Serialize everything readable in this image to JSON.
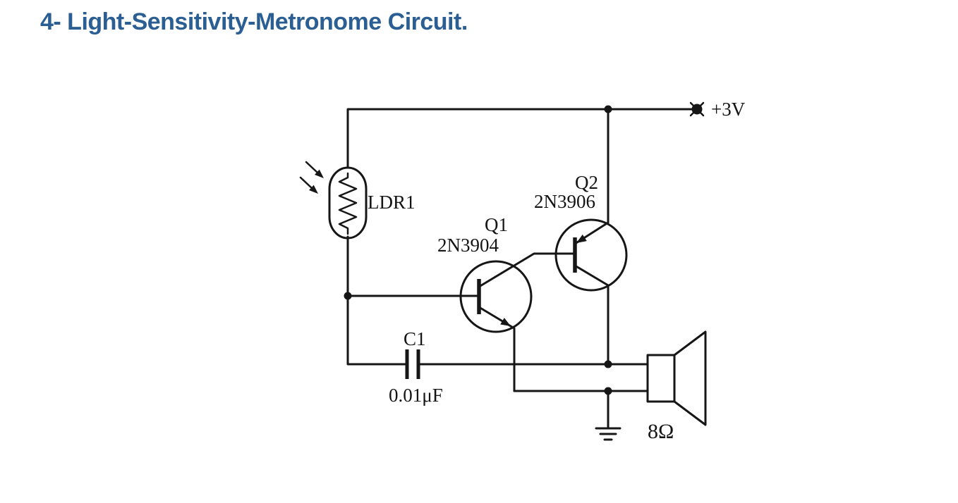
{
  "page": {
    "background": "#ffffff",
    "title": "4- Light-Sensitivity-Metronome Circuit.",
    "title_color": "#2b5f93"
  },
  "circuit": {
    "stroke_color": "#161616",
    "labels": {
      "supply": "+3V",
      "ldr_ref": "LDR1",
      "q1_ref": "Q1",
      "q1_part": "2N3904",
      "q2_ref": "Q2",
      "q2_part": "2N3906",
      "c1_ref": "C1",
      "c1_value": "0.01μF",
      "speaker_impedance": "8Ω"
    },
    "components": [
      {
        "ref": "LDR1",
        "symbol": "photoresistor-with-light-arrows"
      },
      {
        "ref": "Q1",
        "symbol": "npn-transistor",
        "part": "2N3904"
      },
      {
        "ref": "Q2",
        "symbol": "pnp-transistor",
        "part": "2N3906"
      },
      {
        "ref": "C1",
        "symbol": "capacitor",
        "value": "0.01μF"
      },
      {
        "ref": "SPK",
        "symbol": "speaker",
        "value": "8Ω"
      },
      {
        "ref": "V+",
        "symbol": "supply-terminal",
        "value": "+3V"
      },
      {
        "ref": "GND",
        "symbol": "ground"
      }
    ]
  }
}
